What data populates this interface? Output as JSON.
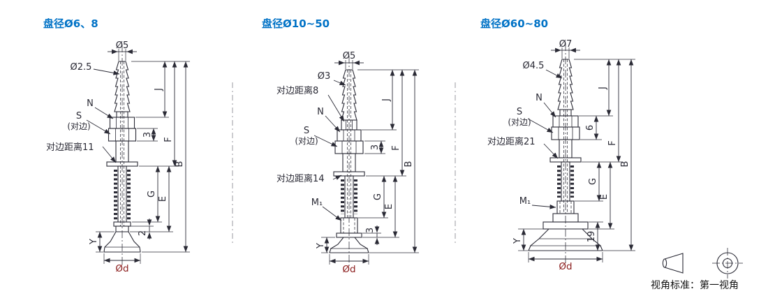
{
  "colors": {
    "line": "#2a2a35",
    "title": "#0072c6",
    "dia": "#8b1d1d",
    "divider": "#9a9aa0"
  },
  "panels": [
    {
      "title": "盘径Ø6、8",
      "labels": {
        "dia_top": "Ø5",
        "dia_bore": "Ø2.5",
        "n": "N",
        "s": "S",
        "s_note": "(对边)",
        "flats": "对边距离11",
        "j": "J",
        "n3": "3",
        "f": "F",
        "b": "B",
        "g": "G",
        "e": "E",
        "n2": "2",
        "y": "Y",
        "d": "Ød"
      }
    },
    {
      "title": "盘径Ø10~50",
      "labels": {
        "dia_top": "Ø5",
        "dia_bore": "Ø3",
        "flats_top": "对边距离8",
        "n": "N",
        "s": "S",
        "s_note": "(对边)",
        "flats": "对边距离14",
        "m1": "M₁",
        "j": "J",
        "n3": "3",
        "f": "F",
        "b": "B",
        "g": "G",
        "e": "E",
        "n3b": "3",
        "y": "Y",
        "d": "Ød"
      }
    },
    {
      "title": "盘径Ø60~80",
      "labels": {
        "dia_top": "Ø7",
        "dia_bore": "Ø4.5",
        "n": "N",
        "s": "S",
        "s_note": "(对边)",
        "flats": "对边距离21",
        "m1": "M₁",
        "j": "J",
        "n6": "6",
        "f": "F",
        "b": "B",
        "g": "G",
        "e": "E",
        "n19": "19",
        "y": "Y",
        "d": "Ød"
      }
    }
  ],
  "footer": {
    "text": "视角标准：第一视角"
  }
}
